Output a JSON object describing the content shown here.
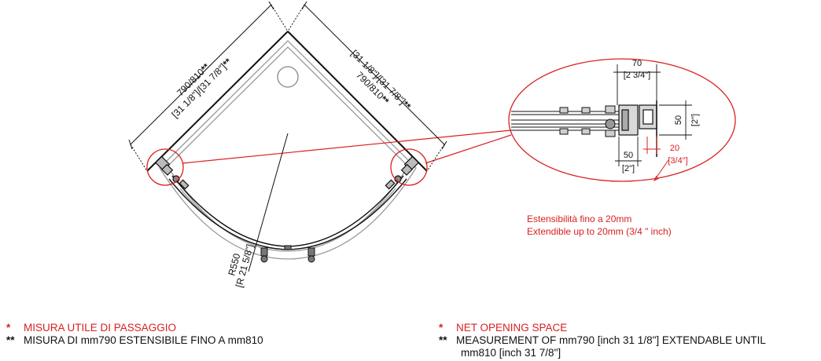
{
  "colors": {
    "accent": "#d92020",
    "ink": "#111111",
    "tray": "#9a9a9a"
  },
  "dimensions": {
    "left_side": {
      "mm": "790/810",
      "mm_mark": "**",
      "inch": "[31 1/8\"]/[31 7/8\"]",
      "inch_mark": "**"
    },
    "right_side": {
      "inch": "[31 1/8\"]/[31 7/8\"]",
      "inch_mark": "**",
      "mm": "790/810",
      "mm_mark": "**"
    },
    "radius": {
      "mm": "R550",
      "inch": "[R 21 5/8\"]"
    }
  },
  "detail": {
    "top_mm": "70",
    "top_inch": "[2 3/4\"]",
    "side_mm": "50",
    "side_inch": "[2\"]",
    "bottom_mm": "50",
    "bottom_inch": "[2\"]",
    "ext_mm": "20",
    "ext_inch": "[3/4\"]",
    "note_it": "Estensibilità fino a 20mm",
    "note_en": "Extendible up to 20mm (3/4 \" inch)"
  },
  "legend": {
    "single_mark": "*",
    "double_mark": "**",
    "it": {
      "line1": "MISURA UTILE DI PASSAGGIO",
      "line2": "MISURA DI mm790 ESTENSIBILE FINO A mm810"
    },
    "en": {
      "line1": "NET OPENING SPACE",
      "line2": "MEASUREMENT OF mm790 [inch 31 1/8\"] EXTENDABLE UNTIL",
      "line3": "mm810 [inch 31 7/8\"]"
    }
  }
}
